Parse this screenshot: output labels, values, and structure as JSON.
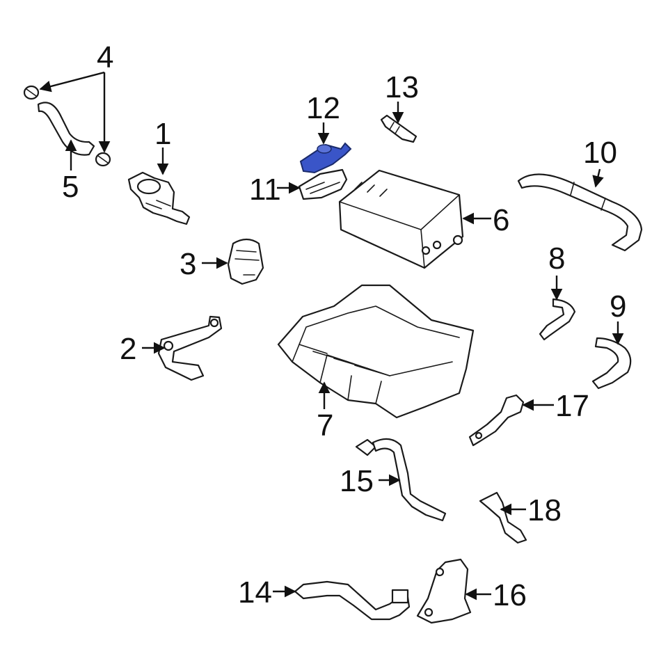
{
  "diagram": {
    "highlight_color": "#3a55c8",
    "outline_color": "#1a1a1a",
    "highlighted_part": "12",
    "callouts": {
      "c1": "1",
      "c2": "2",
      "c3": "3",
      "c4": "4",
      "c5": "5",
      "c6": "6",
      "c7": "7",
      "c8": "8",
      "c9": "9",
      "c10": "10",
      "c11": "11",
      "c12": "12",
      "c13": "13",
      "c14": "14",
      "c15": "15",
      "c16": "16",
      "c17": "17",
      "c18": "18"
    }
  }
}
